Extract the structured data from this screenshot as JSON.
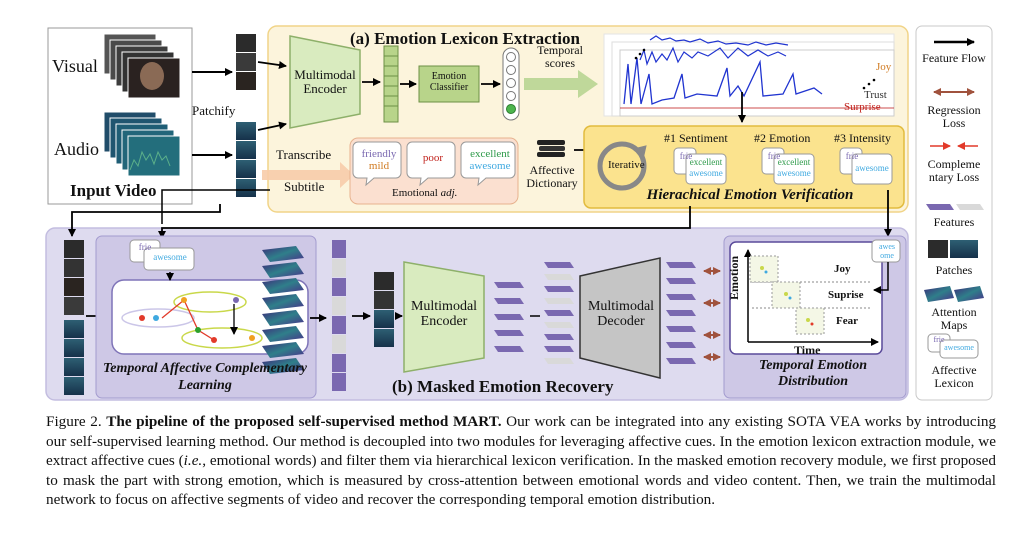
{
  "panel_a": {
    "title": "(a) Emotion Lexicon Extraction",
    "multimodal_encoder": "Multimodal Encoder",
    "emotion_classifier": "Emotion Classifier",
    "temporal_scores": "Temporal scores",
    "score_labels": {
      "joy": "Joy",
      "trust": "Trust",
      "surprise": "Surprise"
    },
    "transcribe": "Transcribe",
    "subtitle": "Subtitle",
    "emotional_adj_prefix": "Emotional ",
    "emotional_adj_suffix": "adj.",
    "affective_dictionary": "Affective Dictionary",
    "iterative": "Iterative",
    "verification_steps": [
      "#1 Sentiment",
      "#2 Emotion",
      "#3 Intensity"
    ],
    "verification_title": "Hierachical Emotion Verification"
  },
  "input": {
    "visual": "Visual",
    "audio": "Audio",
    "patchify": "Patchify",
    "title": "Input Video"
  },
  "words": {
    "friendly": "friendly",
    "mild": "mild",
    "poor": "poor",
    "excellent": "excellent",
    "awesome": "awesome",
    "friend_short": "frie",
    "awesome_short": "awes ome"
  },
  "panel_b": {
    "title": "(b) Masked Emotion Recovery",
    "tacl": "Temporal Affective Complementary Learning",
    "multimodal_encoder": "Multimodal Encoder",
    "multimodal_decoder": "Multimodal Decoder",
    "ted_title": "Temporal Emotion Distribution",
    "ted_y": "Emotion",
    "ted_x": "Time",
    "ted_rows": [
      "Joy",
      "Suprise",
      "Fear"
    ]
  },
  "legend": [
    "Feature Flow",
    "Regression Loss",
    "Compleme ntary Loss",
    "Features",
    "Patches",
    "Attention Maps",
    "Affective Lexicon"
  ],
  "colors": {
    "panel_a_bg": "#fcf4dc",
    "panel_b_bg": "#dedbef",
    "verify_bg": "#fbe38e",
    "encoder": "#d9ebbf",
    "classifier": "#b8d48a",
    "green_arrow": "#bfd89a",
    "feature": "#7a68b0",
    "regression": "#a0523d",
    "complementary": "#e23a2a",
    "score_line": "#2034d0"
  },
  "caption": {
    "prefix": "Figure 2. ",
    "bold": "The pipeline of the proposed self-supervised method MART.",
    "rest1": " Our work can be integrated into any existing SOTA VEA works by introducing our self-supervised learning method. Our method is decoupled into two modules for leveraging affective cues. In the emotion lexicon extraction module, we extract affective cues (",
    "ie": "i.e.",
    "rest2": ", emotional words) and filter them via hierarchical lexicon verification. In the masked emotion recovery module, we first proposed to mask the part with strong emotion, which is measured by cross-attention between emotional words and video content. Then, we train the multimodal network to focus on affective segments of video and recover the corresponding temporal emotion distribution."
  }
}
